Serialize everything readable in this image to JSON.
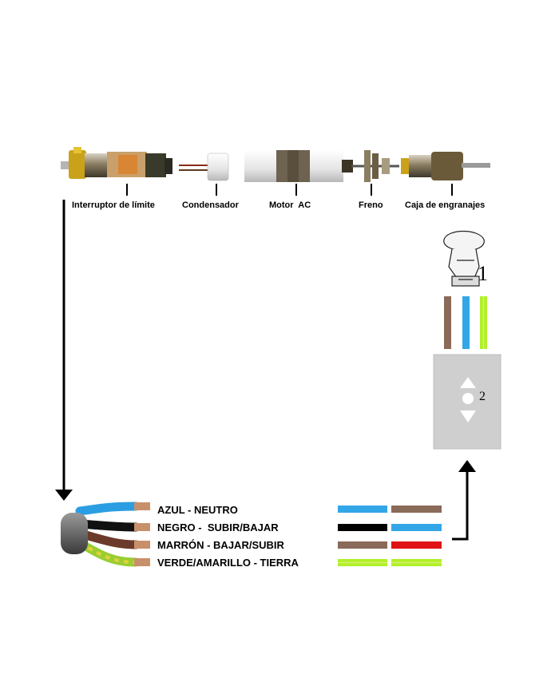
{
  "components": [
    {
      "id": "limit_switch",
      "label": "Interruptor de límite"
    },
    {
      "id": "capacitor",
      "label": "Condensador"
    },
    {
      "id": "motor",
      "label": "Motor  AC"
    },
    {
      "id": "brake",
      "label": "Freno"
    },
    {
      "id": "gearbox",
      "label": "Caja de engranajes"
    }
  ],
  "wires": [
    {
      "label": "AZUL - NEUTRO",
      "color": "#2b9ee3",
      "pair": [
        "#33a6e8",
        "#8a6a58"
      ]
    },
    {
      "label": "NEGRO -  SUBIR/BAJAR",
      "color": "#111111",
      "pair": [
        "#000000",
        "#33a6e8"
      ]
    },
    {
      "label": "MARRÓN - BAJAR/SUBIR",
      "color": "#6b3a2a",
      "pair": [
        "#8a6a58",
        "#e01414"
      ]
    },
    {
      "label": "VERDE/AMARILLO - TIERRA",
      "color": "#9acd32",
      "pair": [
        "#b0f028",
        "#b0f028"
      ]
    }
  ],
  "plug": {
    "number": "1",
    "wire_colors": [
      "#8a6a58",
      "#33a6e8",
      "#b0f028"
    ]
  },
  "switch_box": {
    "number": "2",
    "fill": "#cfcfcf"
  },
  "colors": {
    "line": "#000000",
    "motor_tube": "#6e6250",
    "motor_white": "#e6e6e6"
  }
}
